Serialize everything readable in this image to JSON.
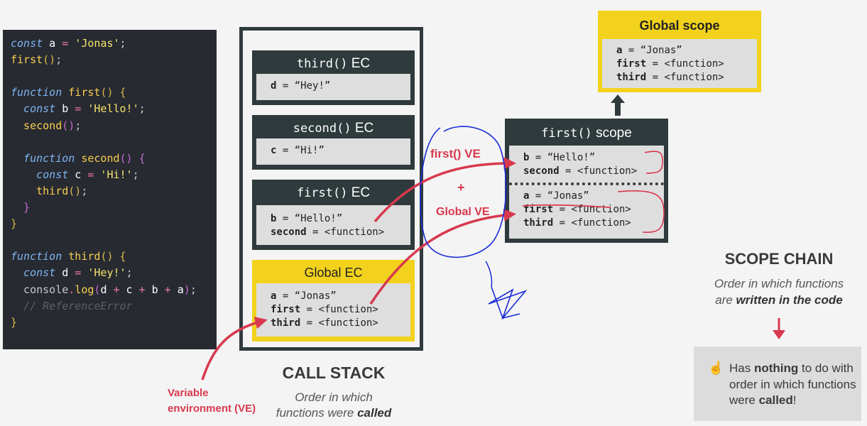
{
  "code": {
    "lines": [
      [
        [
          "kw",
          "const"
        ],
        [
          "var",
          " a "
        ],
        [
          "op",
          "="
        ],
        [
          "str",
          " 'Jonas'"
        ],
        [
          "idn",
          ";"
        ]
      ],
      [
        [
          "fn",
          "first"
        ],
        [
          "br",
          "()"
        ],
        [
          "idn",
          ";"
        ]
      ],
      [],
      [
        [
          "kw",
          "function"
        ],
        [
          "fn",
          " first"
        ],
        [
          "br",
          "()"
        ],
        [
          "br",
          " {"
        ]
      ],
      [
        [
          "kw",
          "  const"
        ],
        [
          "var",
          " b "
        ],
        [
          "op",
          "="
        ],
        [
          "str",
          " 'Hello!'"
        ],
        [
          "idn",
          ";"
        ]
      ],
      [
        [
          "fn",
          "  second"
        ],
        [
          "br2",
          "()"
        ],
        [
          "idn",
          ";"
        ]
      ],
      [],
      [
        [
          "kw",
          "  function"
        ],
        [
          "fn",
          " second"
        ],
        [
          "br2",
          "()"
        ],
        [
          "br2",
          " {"
        ]
      ],
      [
        [
          "kw",
          "    const"
        ],
        [
          "var",
          " c "
        ],
        [
          "op",
          "="
        ],
        [
          "str",
          " 'Hi!'"
        ],
        [
          "idn",
          ";"
        ]
      ],
      [
        [
          "fn",
          "    third"
        ],
        [
          "br",
          "()"
        ],
        [
          "idn",
          ";"
        ]
      ],
      [
        [
          "br2",
          "  }"
        ]
      ],
      [
        [
          "br",
          "}"
        ]
      ],
      [],
      [
        [
          "kw",
          "function"
        ],
        [
          "fn",
          " third"
        ],
        [
          "br",
          "()"
        ],
        [
          "br",
          " {"
        ]
      ],
      [
        [
          "kw",
          "  const"
        ],
        [
          "var",
          " d "
        ],
        [
          "op",
          "="
        ],
        [
          "str",
          " 'Hey!'"
        ],
        [
          "idn",
          ";"
        ]
      ],
      [
        [
          "idn",
          "  console"
        ],
        [
          "op",
          "."
        ],
        [
          "fn",
          "log"
        ],
        [
          "br2",
          "("
        ],
        [
          "var",
          "d "
        ],
        [
          "op",
          "+"
        ],
        [
          "var",
          " c "
        ],
        [
          "op",
          "+"
        ],
        [
          "var",
          " b "
        ],
        [
          "op",
          "+"
        ],
        [
          "var",
          " a"
        ],
        [
          "br2",
          ")"
        ],
        [
          "idn",
          ";"
        ]
      ],
      [
        [
          "cm",
          "  // ReferenceError"
        ]
      ],
      [
        [
          "br",
          "}"
        ]
      ]
    ]
  },
  "call_stack": {
    "third": {
      "name": "third()",
      "suffix": " EC",
      "entries": [
        [
          "d",
          " = “Hey!”"
        ]
      ]
    },
    "second": {
      "name": "second()",
      "suffix": " EC",
      "entries": [
        [
          "c",
          " = “Hi!”"
        ]
      ]
    },
    "first": {
      "name": "first()",
      "suffix": " EC",
      "entries": [
        [
          "b",
          " = “Hello!”"
        ],
        [
          "second",
          " = <function>"
        ]
      ]
    },
    "global": {
      "title": "Global EC",
      "entries": [
        [
          "a",
          " = “Jonas”"
        ],
        [
          "first",
          " = <function>"
        ],
        [
          "third",
          " = <function>"
        ]
      ]
    },
    "caption_title": "CALL STACK",
    "caption_sub_1": "Order in which",
    "caption_sub_2": "functions were ",
    "caption_sub_bold": "called"
  },
  "first_scope": {
    "name": "first()",
    "suffix": " scope",
    "own_entries": [
      [
        "b",
        " = “Hello!”"
      ],
      [
        "second",
        " = <function>"
      ]
    ],
    "inherited_entries": [
      [
        "a",
        " = “Jonas”"
      ],
      [
        "first",
        " = <function>"
      ],
      [
        "third",
        " = <function>"
      ]
    ]
  },
  "global_scope": {
    "title": "Global scope",
    "entries": [
      [
        "a",
        " = “Jonas”"
      ],
      [
        "first",
        " = <function>"
      ],
      [
        "third",
        " = <function>"
      ]
    ]
  },
  "scope_chain": {
    "title": "SCOPE CHAIN",
    "sub_1": "Order in which functions",
    "sub_2": "are ",
    "sub_bold": "written in the code"
  },
  "note": {
    "pointer": "☝",
    "text_1": "Has ",
    "bold_1": "nothing",
    "text_2": " to do with order in which functions were ",
    "bold_2": "called",
    "text_3": "!"
  },
  "annotations": {
    "ve_line_1": "Variable",
    "ve_line_2": "environment (VE)",
    "first_ve": "first() VE",
    "plus": "+",
    "global_ve": "Global VE"
  },
  "colors": {
    "dark": "#2f3a3d",
    "yellow": "#f2d21c",
    "red": "#d8394e",
    "ink": "#1a2bd6"
  }
}
